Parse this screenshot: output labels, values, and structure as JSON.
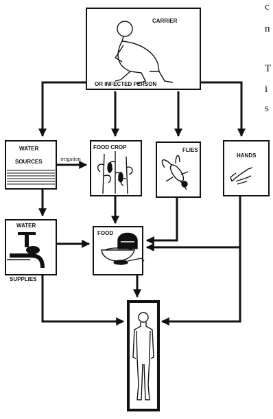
{
  "nodes": {
    "carrier": {
      "top_label": "CARRIER",
      "bottom_label": "OR INFECTED PERSON"
    },
    "water_sources": {
      "line1": "WATER",
      "line2": "SOURCES"
    },
    "food_crop": {
      "label": "FOOD CROP"
    },
    "flies": {
      "label": "FLIES"
    },
    "hands": {
      "label": "HANDS"
    },
    "water_supplies": {
      "line1": "WATER",
      "line2": "SUPPLIES"
    },
    "food": {
      "label": "FOOD"
    }
  },
  "edge_labels": {
    "irrigation": "irrigation"
  },
  "side_text": [
    "c",
    "n",
    "T",
    "i",
    "s"
  ]
}
